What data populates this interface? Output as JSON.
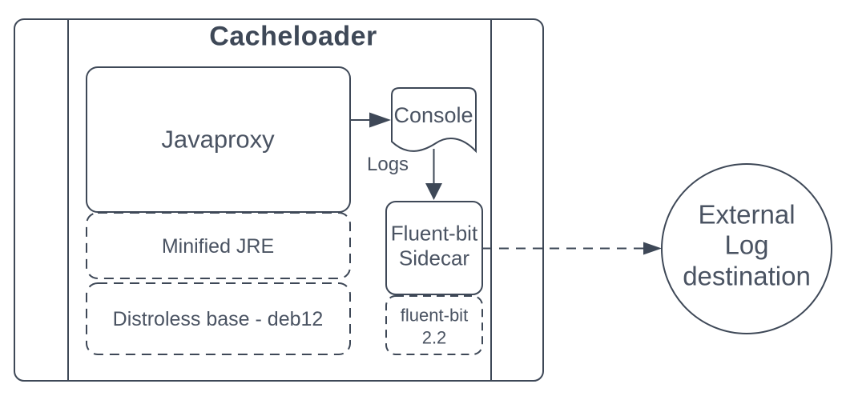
{
  "diagram": {
    "title": "Cacheloader",
    "nodes": {
      "javaproxy": {
        "label": "Javaproxy"
      },
      "minified_jre": {
        "label": "Minified JRE"
      },
      "distroless_base": {
        "label": "Distroless base - deb12"
      },
      "console": {
        "label": "Console"
      },
      "fluentbit_sidecar": {
        "label": "Fluent-bit Sidecar"
      },
      "fluentbit_version": {
        "label": "fluent-bit 2.2"
      },
      "external_destination": {
        "label": "External Log destination"
      }
    },
    "edge_labels": {
      "logs": "Logs"
    },
    "colors": {
      "stroke": "#3e4857",
      "text": "#4a5362",
      "background": "#ffffff"
    }
  }
}
